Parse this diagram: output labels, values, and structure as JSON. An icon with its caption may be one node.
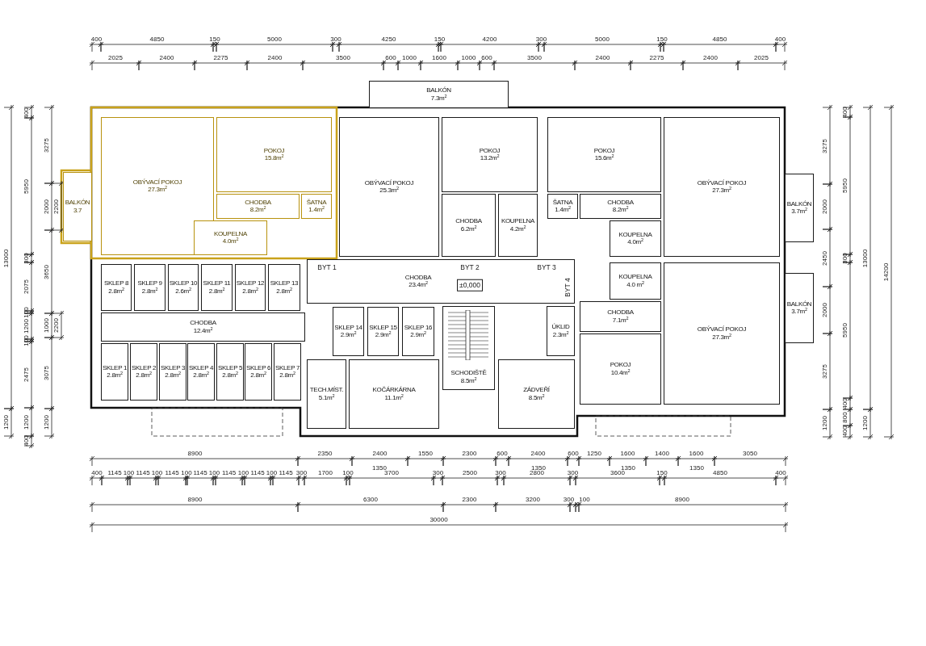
{
  "diagram": {
    "nodes": [
      {
        "text": [
          "BALKÓN",
          "7.3m$^{2}$"
        ]
      },
      {
        "text": [
          "OBÝVACÍ POKOJ",
          "27.3m$^{2}$"
        ]
      },
      {
        "text": [
          "POKOJ",
          "15.8m$^{2}$"
        ]
      },
      {
        "text": [
          "CHODBA",
          "8.2m$^{2}$"
        ]
      },
      {
        "text": [
          "ŠATNA",
          "1.4m$^{2}$"
        ]
      },
      {
        "text": [
          "KOUPELNA",
          "4.0m$^{2}$"
        ]
      },
      {
        "text": [
          "BALKÓN",
          "3.7"
        ]
      },
      {
        "text": [
          "OBÝVACÍ POKOJ",
          "25.3m$^{2}$"
        ]
      },
      {
        "text": [
          "POKOJ",
          "13.2m$^{2}$"
        ]
      },
      {
        "text": [
          "CHODBA",
          "6.2m$^{2}$"
        ]
      },
      {
        "text": [
          "KOUPELNA",
          "4.2m$^{2}$"
        ]
      },
      {
        "text": [
          "POKOJ",
          "15.6m$^{2}$"
        ]
      },
      {
        "text": [
          "ŠATNA",
          "1.4m$^{2}$"
        ]
      },
      {
        "text": [
          "CHODBA",
          "8.2m$^{2}$"
        ]
      },
      {
        "text": [
          "KOUPELNA",
          "4.0m$^{2}$"
        ]
      },
      {
        "text": [
          "OBÝVACÍ POKOJ",
          "27.3m$^{2}$"
        ]
      },
      {
        "text": [
          "BALKÓN",
          "3.7m$^{2}$"
        ]
      },
      {
        "text": [
          "SKLEP 8",
          "2.8m$^{2}$"
        ]
      },
      {
        "text": [
          "SKLEP 9",
          "2.8m$^{2}$"
        ]
      },
      {
        "text": [
          "SKLEP 10",
          "2.6m$^{2}$"
        ]
      },
      {
        "text": [
          "SKLEP 11",
          "2.8m$^{2}$"
        ]
      },
      {
        "text": [
          "SKLEP 12",
          "2.8m$^{2}$"
        ]
      },
      {
        "text": [
          "SKLEP 13",
          "2.8m$^{2}$"
        ]
      },
      {
        "text": [
          "CHODBA",
          "23.4m$^{2}$"
        ]
      },
      {
        "text": [
          "KOUPELNA",
          "4.0 m$^{2}$"
        ]
      },
      {
        "text": [
          "OBÝVACÍ POKOJ",
          "27.3m$^{2}$"
        ]
      },
      {
        "text": [
          "BALKÓN",
          "3.7m$^{2}$"
        ]
      },
      {
        "text": [
          "CHODBA",
          "12.4m$^{2}$"
        ]
      },
      {
        "text": [
          "SKLEP 14",
          "2.9m$^{2}$"
        ]
      },
      {
        "text": [
          "SKLEP 15",
          "2.9m$^{2}$"
        ]
      },
      {
        "text": [
          "SKLEP 16",
          "2.9m$^{2}$"
        ]
      },
      {
        "text": [
          "ÚKLID",
          "2.3m$^{2}$"
        ]
      },
      {
        "text": [
          "CHODBA",
          "7.1m$^{2}$"
        ]
      },
      {
        "text": [
          "SCHODIŠTĚ",
          "8.5m$^{2}$"
        ]
      },
      {
        "text": [
          "POKOJ",
          "10.4m$^{2}$"
        ]
      },
      {
        "text": [
          "SKLEP 1",
          "2.8m$^{2}$"
        ]
      },
      {
        "text": [
          "SKLEP 2",
          "2.8m$^{2}$"
        ]
      },
      {
        "text": [
          "SKLEP 3",
          "2.8m$^{2}$"
        ]
      },
      {
        "text": [
          "SKLEP 4",
          "2.8m$^{2}$"
        ]
      },
      {
        "text": [
          "SKLEP 5",
          "2.8m$^{2}$"
        ]
      },
      {
        "text": [
          "SKLEP 6",
          "2.8m$^{2}$"
        ]
      },
      {
        "text": [
          "SKLEP 7",
          "2.8m$^{2}$"
        ]
      },
      {
        "text": [
          "TECH.MÍST.",
          "5.1m$^{2}$"
        ]
      },
      {
        "text": [
          "KOČÁRKÁRNA",
          "11.1m$^{2}$"
        ]
      },
      {
        "text": [
          "ZÁDVEŘÍ",
          "8.5m$^{2}$"
        ]
      }
    ],
    "labels": [
      "400",
      "4850",
      "150",
      "5000",
      "300",
      "4250",
      "150",
      "4200",
      "300",
      "5000",
      "150",
      "4850",
      "400",
      "2025",
      "2400",
      "2275",
      "2400",
      "3500",
      "600",
      "1000",
      "1600",
      "1000",
      "600",
      "3500",
      "2400",
      "2275",
      "2400",
      "2025",
      "13000",
      "1200",
      "400",
      "5950",
      "300",
      "2075",
      "100",
      "1200",
      "100",
      "2475",
      "1200",
      "400",
      "3275",
      "2000",
      "3650",
      "1000",
      "3075",
      "1200",
      "2200",
      "2200",
      "BYT 1",
      "BYT 2",
      "BYT 3",
      "±0,000",
      "BYT 4",
      "3275",
      "2000",
      "2450",
      "2000",
      "3275",
      "1200",
      "400",
      "5950",
      "300",
      "5950",
      "400",
      "800",
      "400",
      "13000",
      "1200",
      "14200",
      "8900",
      "2350",
      "2400",
      "1550",
      "2300",
      "600",
      "2400",
      "600",
      "1250",
      "1600",
      "1400",
      "1600",
      "3050",
      "1350",
      "1350",
      "1350",
      "1350",
      "400",
      "1145",
      "100",
      "1145",
      "100",
      "1145",
      "100",
      "1145",
      "100",
      "1145",
      "100",
      "1145",
      "100",
      "1145",
      "300",
      "1700",
      "100",
      "3700",
      "300",
      "2500",
      "300",
      "2800",
      "300",
      "3600",
      "150",
      "4850",
      "400",
      "8900",
      "6300",
      "2300",
      "3200",
      "300",
      "100",
      "8900",
      "30000"
    ]
  }
}
